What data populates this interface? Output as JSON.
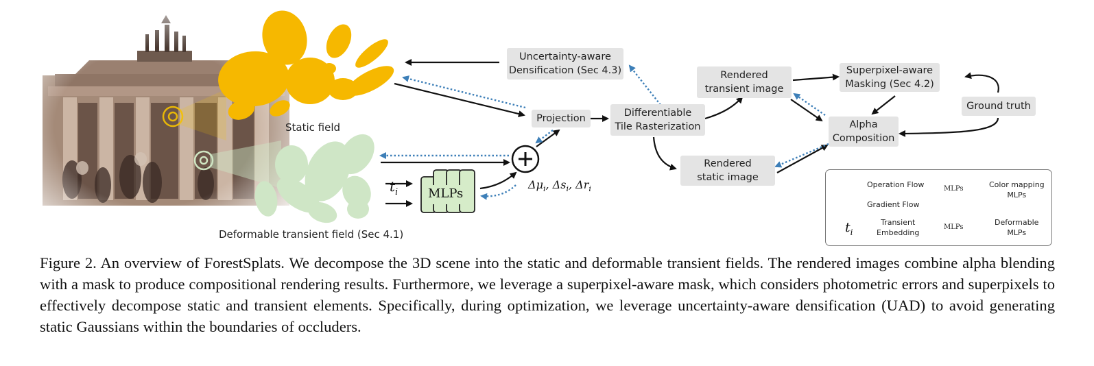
{
  "diagram": {
    "static_field_label": "Static field",
    "transient_field_label": "Deformable transient field (Sec 4.1)",
    "mlp_label": "MLPs",
    "t_i": "t",
    "t_i_sub": "i",
    "delta_label": "Δμ, Δs, Δr",
    "boxes": {
      "uad": [
        "Uncertainty-aware",
        "Densification (Sec 4.3)"
      ],
      "projection": "Projection",
      "rasterization": [
        "Differentiable",
        "Tile Rasterization"
      ],
      "rendered_transient": [
        "Rendered",
        "transient image"
      ],
      "rendered_static": [
        "Rendered",
        "static image"
      ],
      "superpixel_masking": [
        "Superpixel-aware",
        "Masking (Sec 4.2)"
      ],
      "alpha_composition": [
        "Alpha",
        "Composition"
      ],
      "ground_truth": "Ground truth"
    },
    "colors": {
      "static_field": "#f6b800",
      "transient_field": "#cfe6c6",
      "box_fill": "#e4e4e4",
      "gradient_arrow": "#3d7fb8",
      "operation_arrow": "#111111"
    },
    "legend": {
      "operation_flow": "Operation Flow",
      "gradient_flow": "Gradient Flow",
      "transient_embedding": [
        "Transient",
        "Embedding"
      ],
      "color_mapping": [
        "Color mapping",
        "MLPs"
      ],
      "deformable": [
        "Deformable",
        "MLPs"
      ],
      "mlp_icon_text": "MLPs"
    }
  },
  "caption": "Figure 2. An overview of ForestSplats. We decompose the 3D scene into the static and deformable transient fields. The rendered images combine alpha blending with a mask to produce compositional rendering results. Furthermore, we leverage a superpixel-aware mask, which considers photometric errors and superpixels to effectively decompose static and transient elements. Specifically, during optimization, we leverage uncertainty-aware densification (UAD) to avoid generating static Gaussians within the boundaries of occluders."
}
